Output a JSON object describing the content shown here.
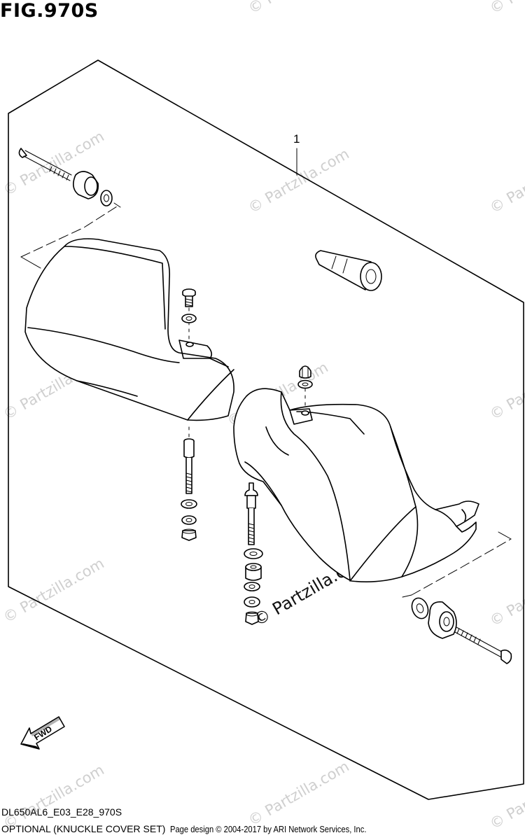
{
  "figure_title": "FIG.970S",
  "callout_number": "1",
  "fwd_label": "FWD",
  "model_code": "DL650AL6_E03_E28_970S",
  "caption": "OPTIONAL (KNUCKLE COVER SET)",
  "page_design": "Page design © 2004-2017 by ARI Network Services, Inc.",
  "watermark": "© Partzilla.com",
  "watermark_center": "© Partzilla.com"
}
